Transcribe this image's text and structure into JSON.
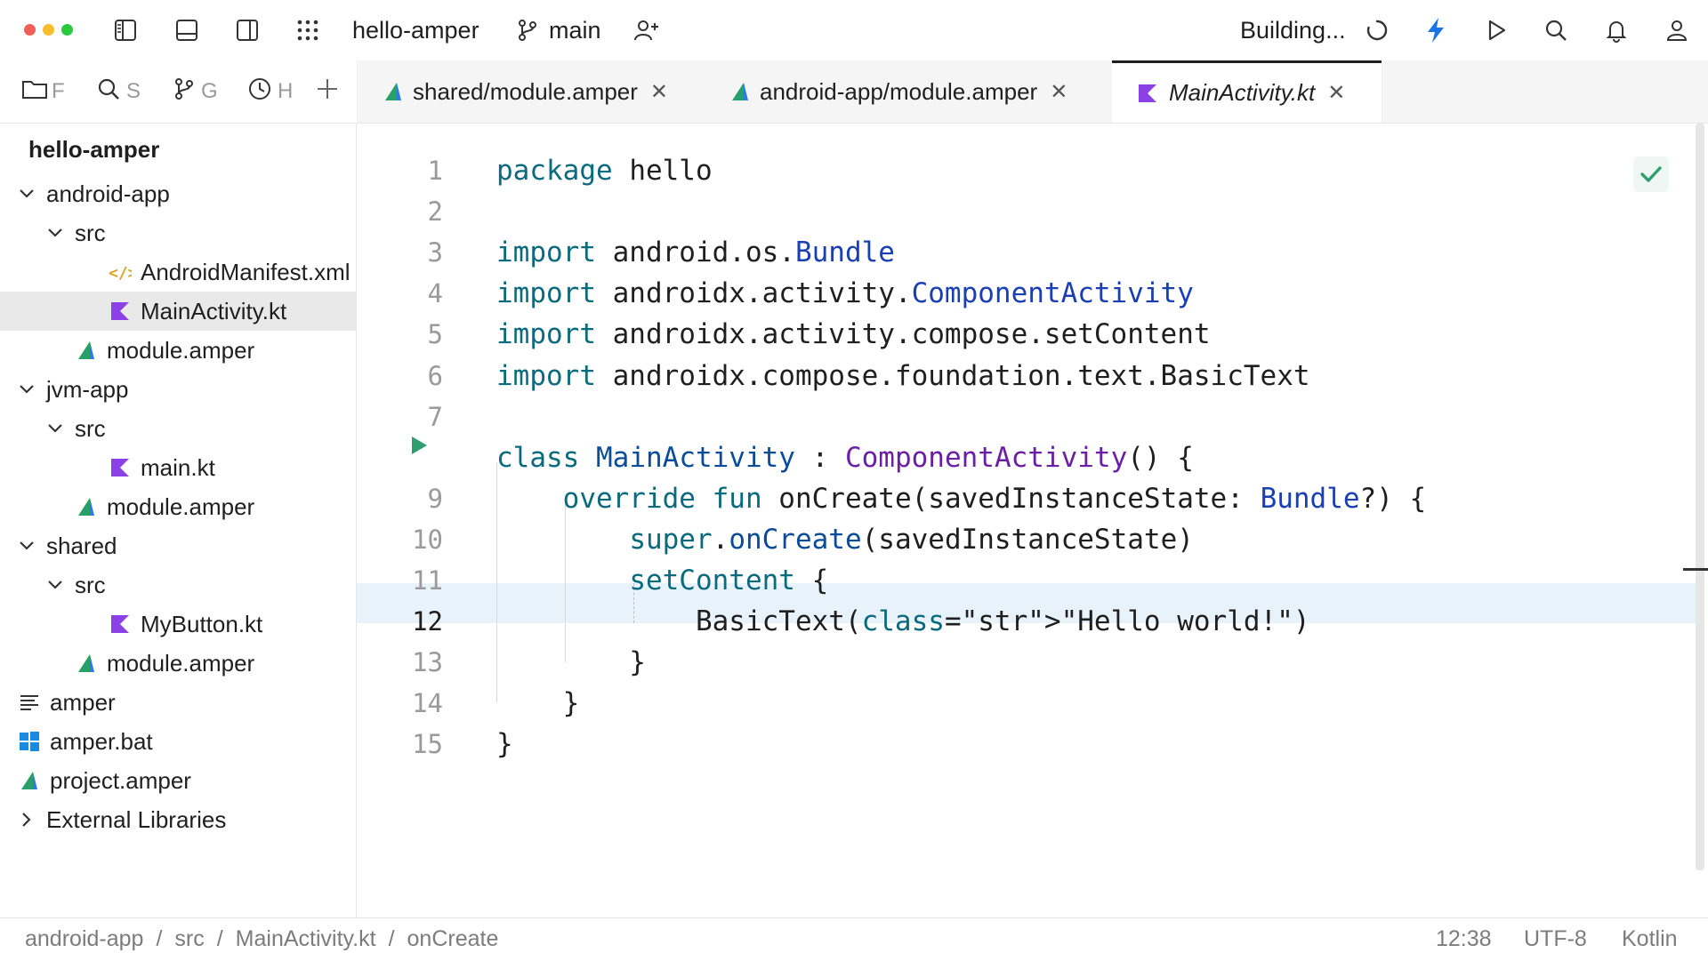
{
  "titlebar": {
    "project": "hello-amper",
    "branch": "main",
    "build_status": "Building..."
  },
  "tool_tabs": [
    {
      "icon": "folder-icon",
      "label": "F"
    },
    {
      "icon": "search-icon",
      "label": "S"
    },
    {
      "icon": "git-branch-icon",
      "label": "G"
    },
    {
      "icon": "clock-icon",
      "label": "H"
    }
  ],
  "editor_tabs": [
    {
      "label": "shared/module.amper",
      "icon": "amper-icon",
      "active": false
    },
    {
      "label": "android-app/module.amper",
      "icon": "amper-icon",
      "active": false
    },
    {
      "label": "MainActivity.kt",
      "icon": "kotlin-icon",
      "active": true
    }
  ],
  "tree": {
    "root": "hello-amper",
    "items": [
      {
        "label": "android-app",
        "depth": 0,
        "chevron": "down",
        "icon": ""
      },
      {
        "label": "src",
        "depth": 1,
        "chevron": "down",
        "icon": ""
      },
      {
        "label": "AndroidManifest.xml",
        "depth": 2,
        "chevron": "",
        "icon": "xml-icon"
      },
      {
        "label": "MainActivity.kt",
        "depth": 2,
        "chevron": "",
        "icon": "kotlin-icon",
        "selected": true
      },
      {
        "label": "module.amper",
        "depth": 1,
        "chevron": "",
        "icon": "amper-icon"
      },
      {
        "label": "jvm-app",
        "depth": 0,
        "chevron": "down",
        "icon": ""
      },
      {
        "label": "src",
        "depth": 1,
        "chevron": "down",
        "icon": ""
      },
      {
        "label": "main.kt",
        "depth": 2,
        "chevron": "",
        "icon": "kotlin-icon"
      },
      {
        "label": "module.amper",
        "depth": 1,
        "chevron": "",
        "icon": "amper-icon"
      },
      {
        "label": "shared",
        "depth": 0,
        "chevron": "down",
        "icon": ""
      },
      {
        "label": "src",
        "depth": 1,
        "chevron": "down",
        "icon": ""
      },
      {
        "label": "MyButton.kt",
        "depth": 2,
        "chevron": "",
        "icon": "kotlin-icon"
      },
      {
        "label": "module.amper",
        "depth": 1,
        "chevron": "",
        "icon": "amper-icon"
      },
      {
        "label": "amper",
        "depth": 0,
        "chevron": "",
        "icon": "text-file-icon"
      },
      {
        "label": "amper.bat",
        "depth": 0,
        "chevron": "",
        "icon": "windows-icon"
      },
      {
        "label": "project.amper",
        "depth": 0,
        "chevron": "",
        "icon": "amper-icon"
      },
      {
        "label": "External Libraries",
        "depth": 0,
        "chevron": "right",
        "icon": ""
      }
    ]
  },
  "code": {
    "current_line": 12,
    "lines": [
      {
        "n": "1",
        "text": "package hello"
      },
      {
        "n": "2",
        "text": ""
      },
      {
        "n": "3",
        "text": "import android.os.Bundle"
      },
      {
        "n": "4",
        "text": "import androidx.activity.ComponentActivity"
      },
      {
        "n": "5",
        "text": "import androidx.activity.compose.setContent"
      },
      {
        "n": "6",
        "text": "import androidx.compose.foundation.text.BasicText"
      },
      {
        "n": "7",
        "text": ""
      },
      {
        "n": "",
        "text": "class MainActivity : ComponentActivity() {"
      },
      {
        "n": "9",
        "text": "    override fun onCreate(savedInstanceState: Bundle?) {"
      },
      {
        "n": "10",
        "text": "        super.onCreate(savedInstanceState)"
      },
      {
        "n": "11",
        "text": "        setContent {"
      },
      {
        "n": "12",
        "text": "            BasicText(\"Hello world!\")"
      },
      {
        "n": "13",
        "text": "        }"
      },
      {
        "n": "14",
        "text": "    }"
      },
      {
        "n": "15",
        "text": "}"
      }
    ]
  },
  "statusbar": {
    "breadcrumbs": [
      "android-app",
      "src",
      "MainActivity.kt",
      "onCreate"
    ],
    "position": "12:38",
    "encoding": "UTF-8",
    "language": "Kotlin"
  },
  "colors": {
    "keyword": "#0b6a7e",
    "type": "#1a3fb5",
    "class": "#6a1fa5",
    "accent": "#1a73e8",
    "run": "#2f9e6e"
  }
}
